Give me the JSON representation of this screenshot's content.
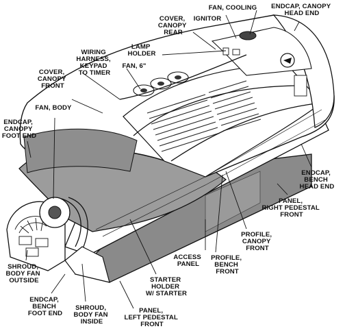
{
  "labels": {
    "cover_canopy_rear": [
      "COVER,",
      "CANOPY",
      "REAR"
    ],
    "fan_cooling": [
      "FAN, COOLING"
    ],
    "endcap_canopy_head_end": [
      "ENDCAP, CANOPY",
      "HEAD END"
    ],
    "ignitor": [
      "IGNITOR"
    ],
    "lamp_holder": [
      "LAMP",
      "HOLDER"
    ],
    "wiring_harness": [
      "WIRING",
      "HARNESS,",
      "KEYPAD",
      "TO TIMER"
    ],
    "fan_6": [
      "FAN, 6\""
    ],
    "cover_canopy_front": [
      "COVER,",
      "CANOPY",
      "FRONT"
    ],
    "fan_body": [
      "FAN, BODY"
    ],
    "endcap_canopy_foot_end": [
      "ENDCAP,",
      "CANOPY",
      "FOOT END"
    ],
    "endcap_bench_head_end": [
      "ENDCAP,",
      "BENCH",
      "HEAD END"
    ],
    "panel_right_pedestal_front": [
      "PANEL,",
      "RIGHT PEDESTAL",
      "FRONT"
    ],
    "profile_canopy_front": [
      "PROFILE,",
      "CANOPY",
      "FRONT"
    ],
    "profile_bench_front": [
      "PROFILE,",
      "BENCH",
      "FRONT"
    ],
    "access_panel": [
      "ACCESS",
      "PANEL"
    ],
    "starter_holder": [
      "STARTER",
      "HOLDER",
      "W/ STARTER"
    ],
    "panel_left_pedestal_front": [
      "PANEL,",
      "LEFT PEDESTAL",
      "FRONT"
    ],
    "shroud_body_fan_inside": [
      "SHROUD,",
      "BODY FAN",
      "INSIDE"
    ],
    "endcap_bench_foot_end": [
      "ENDCAP,",
      "BENCH",
      "FOOT END"
    ],
    "shroud_body_fan_outside": [
      "SHROUD,",
      "BODY FAN",
      "OUTSIDE"
    ]
  }
}
